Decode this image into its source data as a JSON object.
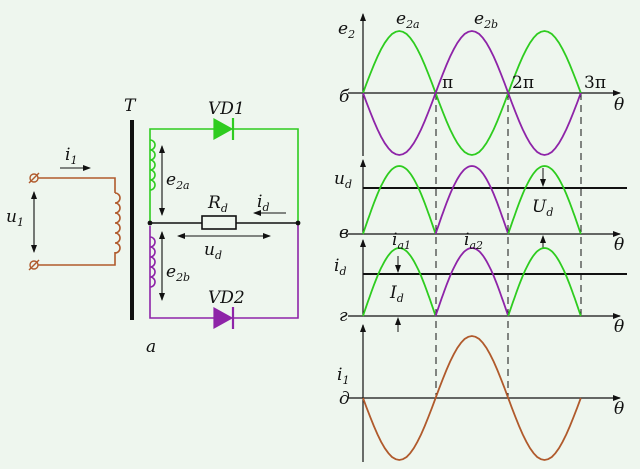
{
  "colors": {
    "background": "#eef6ee",
    "primary": "#b05a2c",
    "phase_a": "#2ecc1f",
    "phase_b": "#8e24a8",
    "black": "#111111"
  },
  "circuit": {
    "transformer": "T",
    "diode1": "VD1",
    "diode2": "VD2",
    "e2a": "e2a",
    "e2b": "e2b",
    "resistor": "Rd",
    "id": "id",
    "ud": "ud",
    "i1": "i1",
    "u1": "u1",
    "caption": "а"
  },
  "plots": {
    "e": {
      "ylabel": "e2",
      "letter": "б",
      "series_a_label": "e2a",
      "series_b_label": "e2b",
      "ticks": [
        "π",
        "2π",
        "3π"
      ],
      "xlabel": "θ"
    },
    "u": {
      "ylabel": "ud",
      "letter": "в",
      "mean_label": "Ud",
      "xlabel": "θ"
    },
    "i": {
      "ylabel": "id",
      "letter": "г",
      "ia1": "ia1",
      "ia2": "ia2",
      "mean_label": "Id",
      "xlabel": "θ"
    },
    "p": {
      "ylabel": "i1",
      "letter": "д",
      "xlabel": "θ"
    }
  },
  "chart_data": [
    {
      "type": "line",
      "name": "e",
      "x_range": [
        0,
        3
      ],
      "x_unit": "π",
      "series": [
        {
          "name": "e2a",
          "function": "sin",
          "amplitude": 1,
          "color": "#2ecc1f"
        },
        {
          "name": "e2b",
          "function": "-sin",
          "amplitude": 1,
          "color": "#8e24a8"
        }
      ],
      "ticks": [
        "π",
        "2π",
        "3π"
      ]
    },
    {
      "type": "line",
      "name": "u",
      "x_range": [
        0,
        3
      ],
      "x_unit": "π",
      "series": [
        {
          "function": "|sin|",
          "amplitude": 1
        }
      ],
      "mean": 0.6366,
      "mean_label": "Ud"
    },
    {
      "type": "line",
      "name": "i",
      "x_range": [
        0,
        3
      ],
      "x_unit": "π",
      "series": [
        {
          "function": "|sin|",
          "amplitude": 1
        }
      ],
      "mean": 0.6366,
      "mean_label": "Id"
    },
    {
      "type": "line",
      "name": "p",
      "x_range": [
        0,
        3
      ],
      "x_unit": "π",
      "series": [
        {
          "function": "-sin",
          "amplitude": 1,
          "color": "#b05a2c"
        }
      ]
    }
  ]
}
